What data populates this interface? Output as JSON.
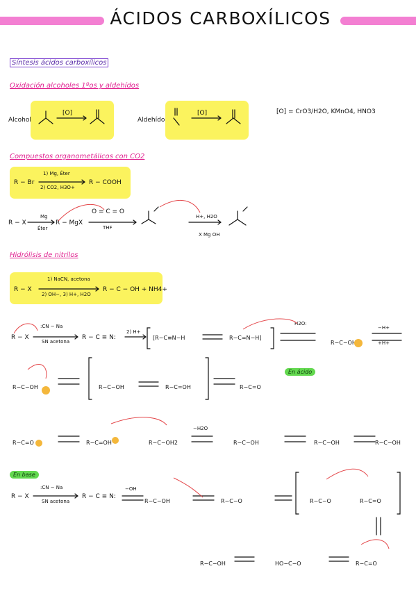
{
  "header": {
    "title": "ÁCIDOS CARBOXÍLICOS"
  },
  "sections": {
    "synthesis_box": "Síntesis ácidos carboxílicos",
    "oxidation_heading": "Oxidación alcoholes 1ºos y aldehídos",
    "organometallic_heading": "Compuestos organometálicos con CO2",
    "nitrile_heading": "Hidrólisis de nitrilos"
  },
  "oxidation": {
    "alcohol_label": "Alcohol",
    "aldehyde_label": "Aldehído",
    "ox_label": "[O]",
    "oxidant_definition": "[O] = CrO3/H2O, KMnO4, HNO3"
  },
  "organometallic": {
    "reactant": "R − Br",
    "step1": "1) Mg, Éter",
    "step2": "2) CO2, H3O+",
    "product": "R − COOH",
    "mech_start": "R − X",
    "mg_label": "Mg",
    "ether_label": "Éter",
    "grignard": "R − MgX",
    "co2": "O = C = O",
    "thf": "THF",
    "acid_step": "H+, H2O",
    "byproduct": "X Mg OH"
  },
  "nitrile": {
    "reactant": "R − X",
    "step1": "1) NaCN, acetona",
    "step2": "2) OH−, 3) H+, H2O",
    "product": "R − C − OH + NH4+",
    "cn_reagent": ":CN − Na",
    "sn_label": "SN acetona",
    "nitrile_product": "R − C ≡ N:",
    "h_plus": "2) H+",
    "water": "H2O:",
    "minus_h": "−H+",
    "plus_h": "+H+",
    "minus_water": "−H2O",
    "oh_minus": "−OH",
    "acid_tag": "En ácido",
    "base_tag": "En base"
  }
}
